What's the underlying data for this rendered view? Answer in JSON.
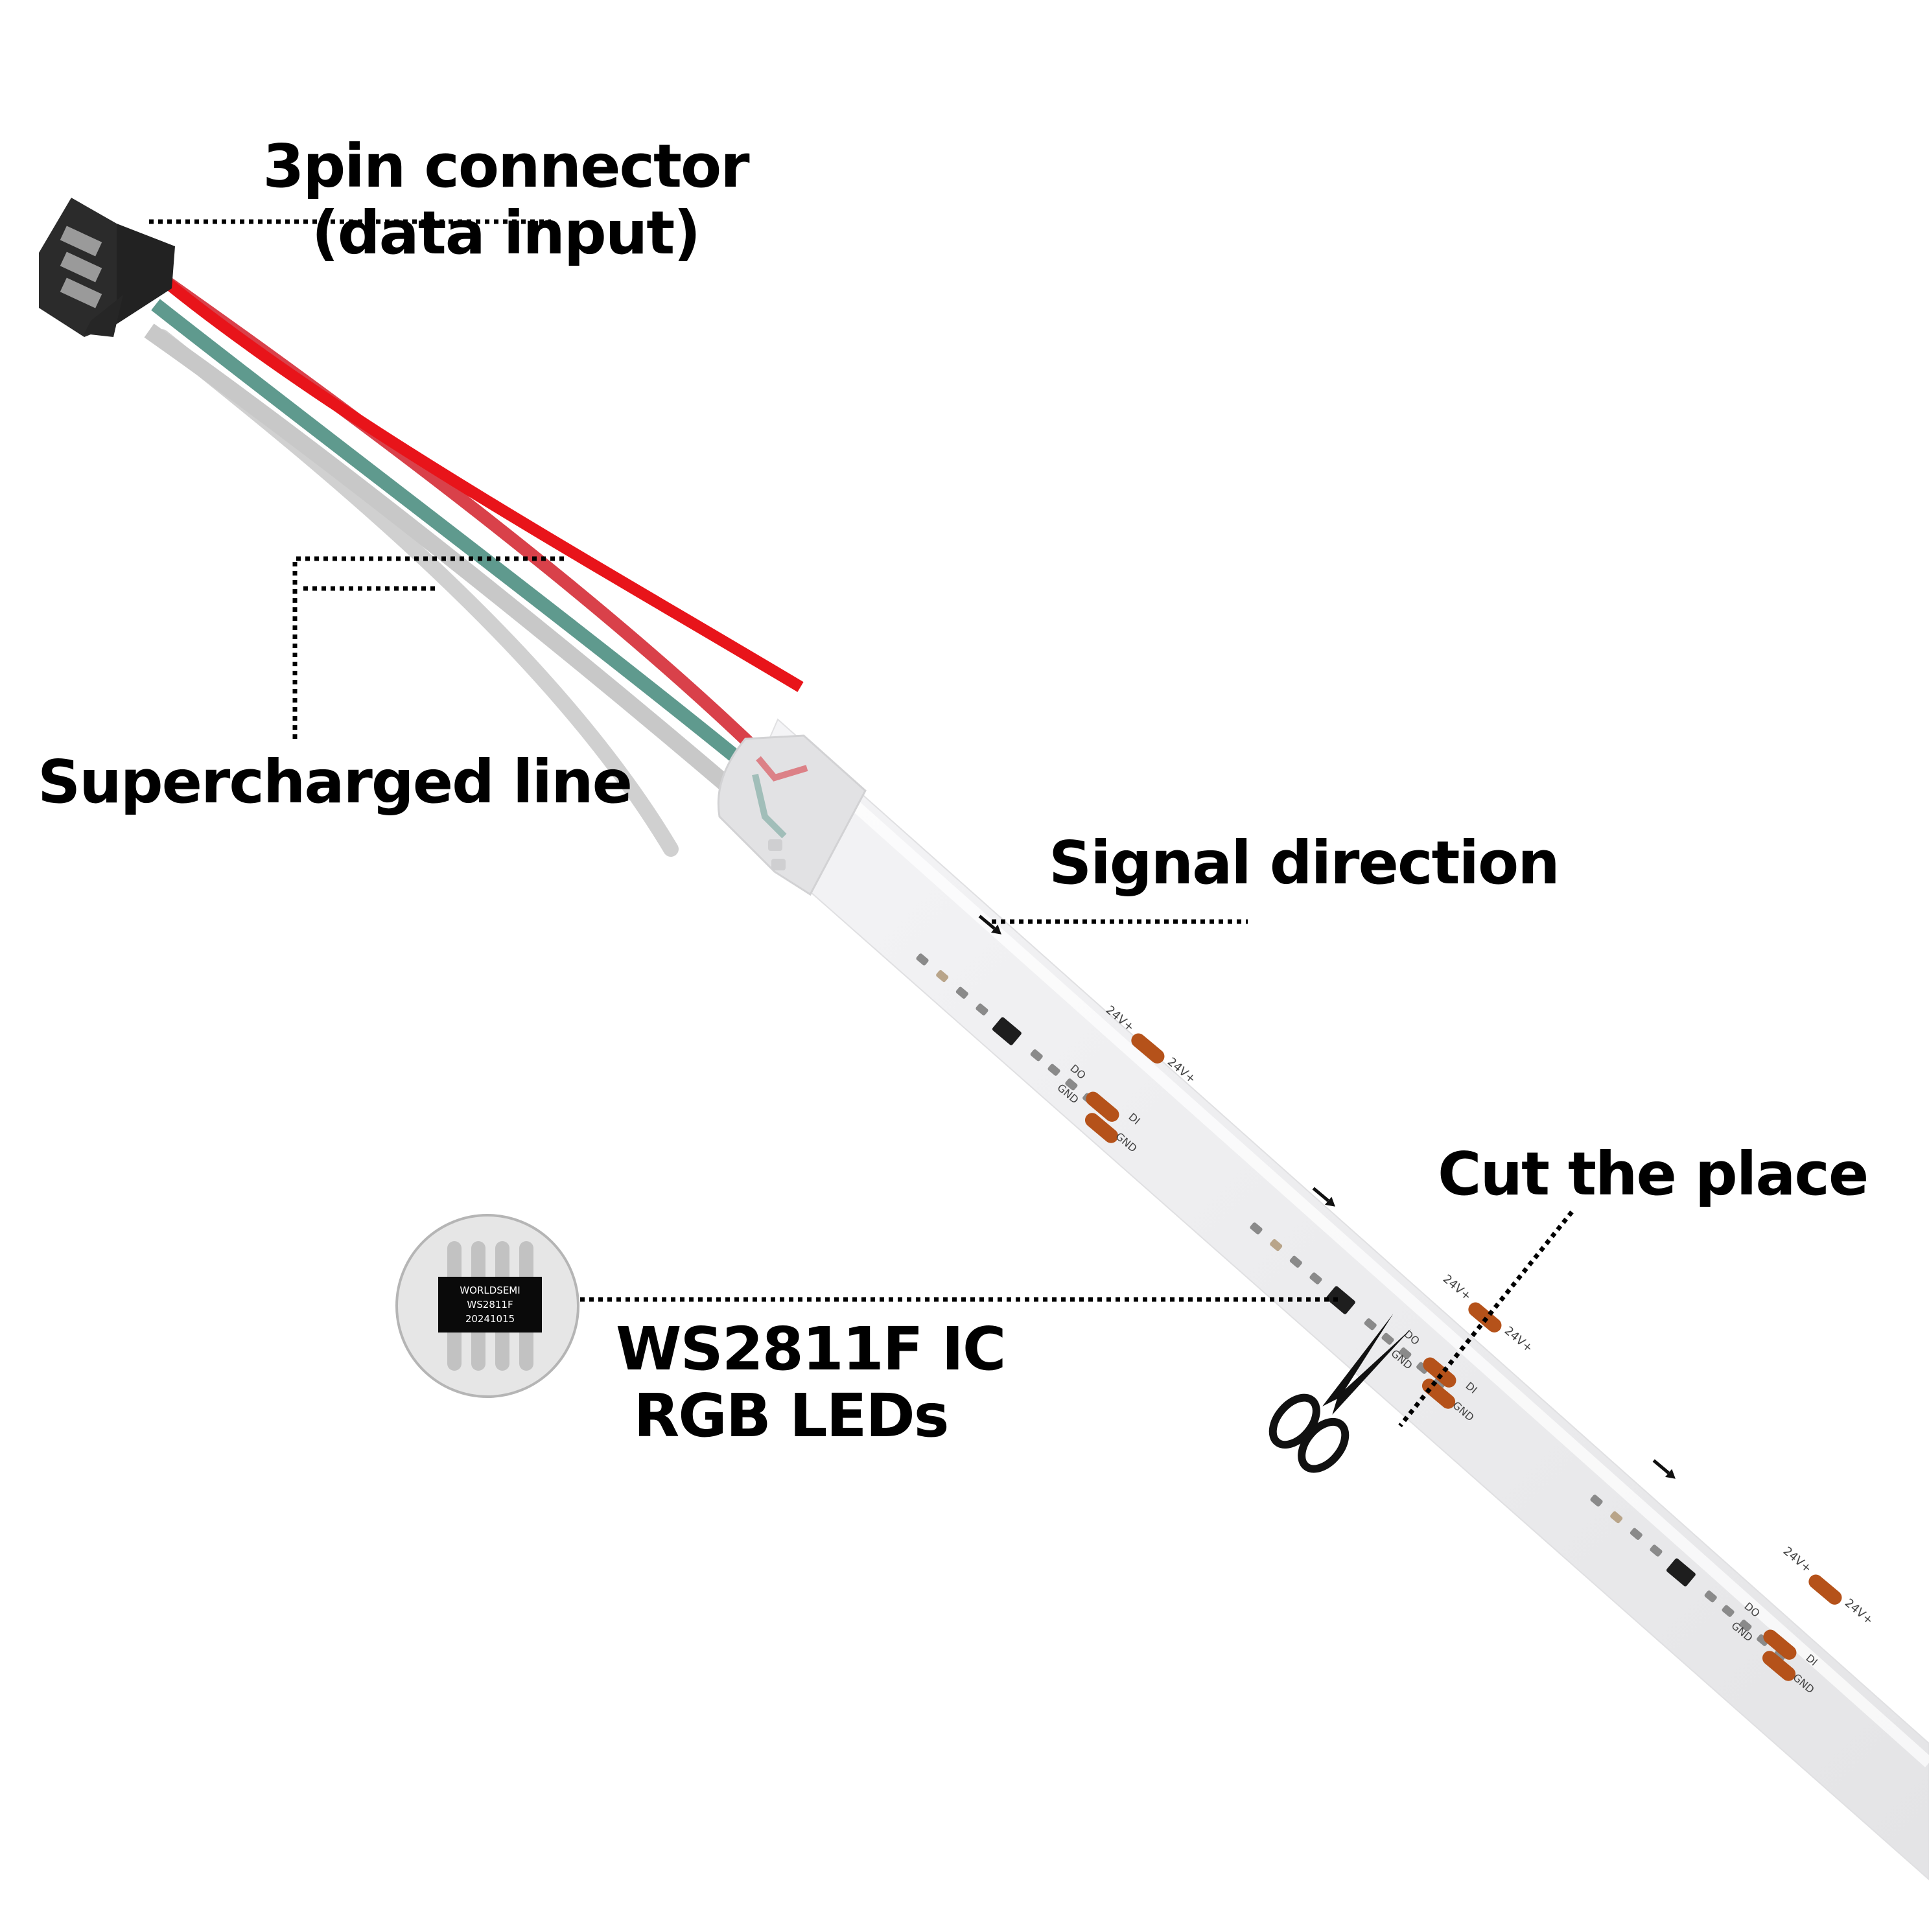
{
  "labels": {
    "connector_line1": "3pin connector",
    "connector_line2": "(data input)",
    "supercharged": "Supercharged line",
    "signal": "Signal direction",
    "cut": "Cut the place",
    "ic_line1": "WS2811F IC",
    "ic_line2": "RGB LEDs"
  },
  "chip": {
    "line1": "WORLDSEMI",
    "line2": "WS2811F",
    "line3": "20241015"
  },
  "pad_labels": {
    "vplus": "24V+",
    "di": "DI",
    "do": "DO",
    "gnd": "GND"
  },
  "colors": {
    "red_wire": "#e8141a",
    "green_wire": "#5f9a8e",
    "white_wire": "#c8c8c8",
    "strip": "#eeeeef",
    "pad": "#b5521a",
    "connector": "#2b2b2b"
  }
}
